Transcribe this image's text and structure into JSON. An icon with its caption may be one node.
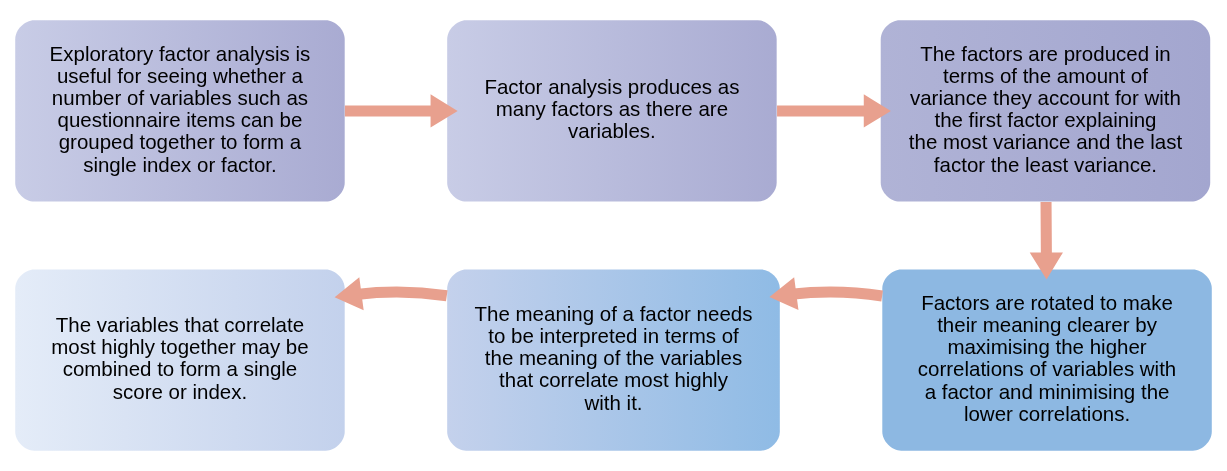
{
  "diagram": {
    "nodes": [
      {
        "text": [
          "Exploratory factor analysis is useful for seeing whether a number of variables such as questionnaire items can be grouped together to form a single index or factor."
        ]
      },
      {
        "text": [
          "Factor analysis produces as many factors as there are variables."
        ]
      },
      {
        "text": [
          "The factors are produced in terms of the amount of variance they account for with the first factor explaining the most variance and the last factor the least variance."
        ]
      },
      {
        "text": [
          "Factors are rotated to make their meaning clearer by maximising the higher correlations of variables with a factor and minimising the lower correlations."
        ]
      },
      {
        "text": [
          "The meaning of a factor needs to be interpreted in terms of the meaning of the variables that correlate most highly with it."
        ]
      },
      {
        "text": [
          "The variables that correlate most highly together may be combined to form a single score or index."
        ]
      }
    ],
    "edges": [
      {
        "from": 0,
        "to": 1,
        "arrow": "to"
      },
      {
        "from": 1,
        "to": 2,
        "arrow": "to"
      },
      {
        "from": 2,
        "to": 3,
        "arrow": "to"
      },
      {
        "from": 3,
        "to": 4,
        "arrow": "to"
      },
      {
        "from": 4,
        "to": 5,
        "arrow": "to"
      }
    ]
  }
}
